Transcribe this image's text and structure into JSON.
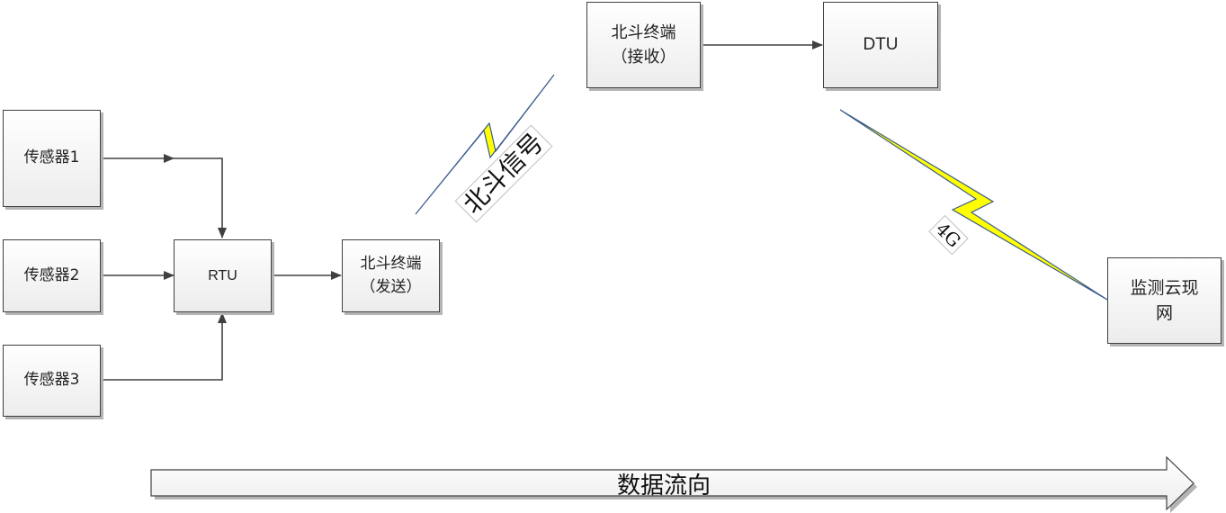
{
  "nodes": {
    "sensor1": {
      "label": "传感器1"
    },
    "sensor2": {
      "label": "传感器2"
    },
    "sensor3": {
      "label": "传感器3"
    },
    "rtu": {
      "label": "RTU"
    },
    "beidou_send": {
      "line1": "北斗终端",
      "line2": "（发送）"
    },
    "beidou_recv": {
      "line1": "北斗终端",
      "line2": "（接收）"
    },
    "dtu": {
      "label": "DTU"
    },
    "cloud": {
      "line1": "监测云现",
      "line2": "网"
    }
  },
  "links": {
    "beidou_signal": {
      "label": "北斗信号",
      "fill": "#ffff00",
      "stroke": "#3b5b8c"
    },
    "cellular": {
      "label": "4G",
      "fill": "#ffff00",
      "stroke": "#3b5b8c"
    }
  },
  "flow_arrow": {
    "label": "数据流向"
  },
  "colors": {
    "connector": "#404040",
    "box_border": "#404040",
    "shadow": "#b4b4b4"
  }
}
